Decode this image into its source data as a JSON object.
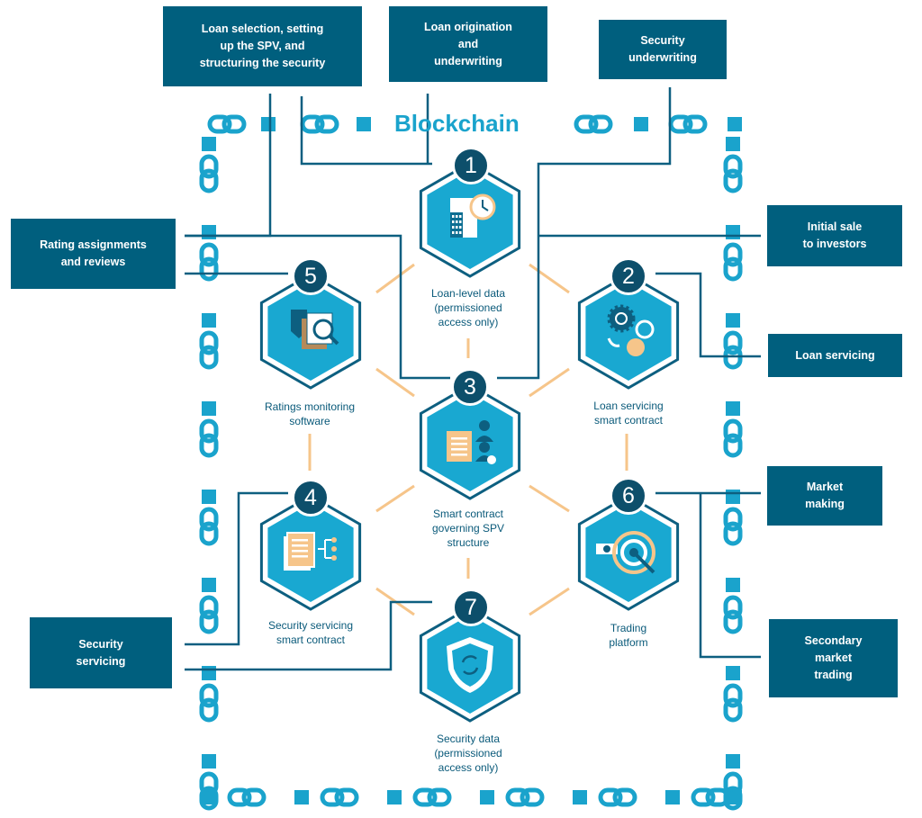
{
  "title": "Blockchain",
  "colors": {
    "box": "#005f7e",
    "chain": "#1aa3cc",
    "hex": "#19a8d1",
    "hex_dark": "#0d5f80",
    "connector": "#f6c58a",
    "leader": "#0d5f80"
  },
  "boxes": {
    "loan_selection": "Loan selection, setting\nup the SPV, and\nstructuring the security",
    "loan_origination": "Loan origination\nand\nunderwriting",
    "security_underwriting": "Security\nunderwriting",
    "rating_assignments": "Rating assignments\nand reviews",
    "initial_sale": "Initial sale\nto investors",
    "loan_servicing": "Loan servicing",
    "market_making": "Market\nmaking",
    "security_servicing": "Security\nservicing",
    "secondary_trading": "Secondary\nmarket\ntrading"
  },
  "nodes": [
    {
      "number": "1",
      "label": "Loan-level data\n(permissioned\naccess only)",
      "icon": "building-clock-icon"
    },
    {
      "number": "2",
      "label": "Loan servicing\nsmart contract",
      "icon": "gears-dollar-icon"
    },
    {
      "number": "3",
      "label": "Smart contract\ngoverning SPV\nstructure",
      "icon": "document-people-icon"
    },
    {
      "number": "4",
      "label": "Security servicing\nsmart contract",
      "icon": "documents-branch-icon"
    },
    {
      "number": "5",
      "label": "Ratings monitoring\nsoftware",
      "icon": "shield-magnifier-icon"
    },
    {
      "number": "6",
      "label": "Trading\nplatform",
      "icon": "target-dart-icon"
    },
    {
      "number": "7",
      "label": "Security data\n(permissioned\naccess only)",
      "icon": "security-shield-icon"
    }
  ]
}
